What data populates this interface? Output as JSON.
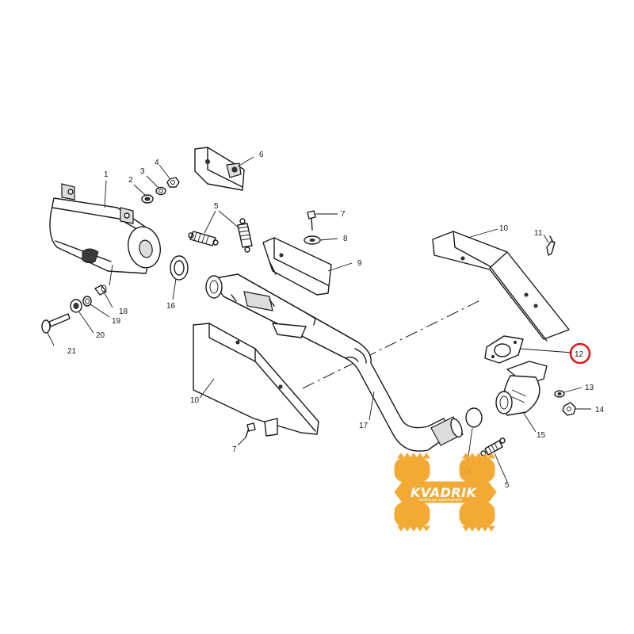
{
  "callouts": {
    "c1": "1",
    "c2": "2",
    "c3": "3",
    "c4": "4",
    "c5a": "5",
    "c5b": "5",
    "c6": "6",
    "c7a": "7",
    "c7b": "7",
    "c8": "8",
    "c9": "9",
    "c10a": "10",
    "c10b": "10",
    "c11": "11",
    "c12": "12",
    "c13": "13",
    "c14": "14",
    "c15": "15",
    "c16a": "16",
    "c16b": "16",
    "c17": "17",
    "c18": "18",
    "c19": "19",
    "c20": "20",
    "c21": "21"
  },
  "highlight": {
    "part": "12",
    "color": "#d81b1b"
  },
  "watermark": {
    "name": "KVADRIK",
    "tagline": "свобода движения",
    "color": "#f2a324"
  }
}
